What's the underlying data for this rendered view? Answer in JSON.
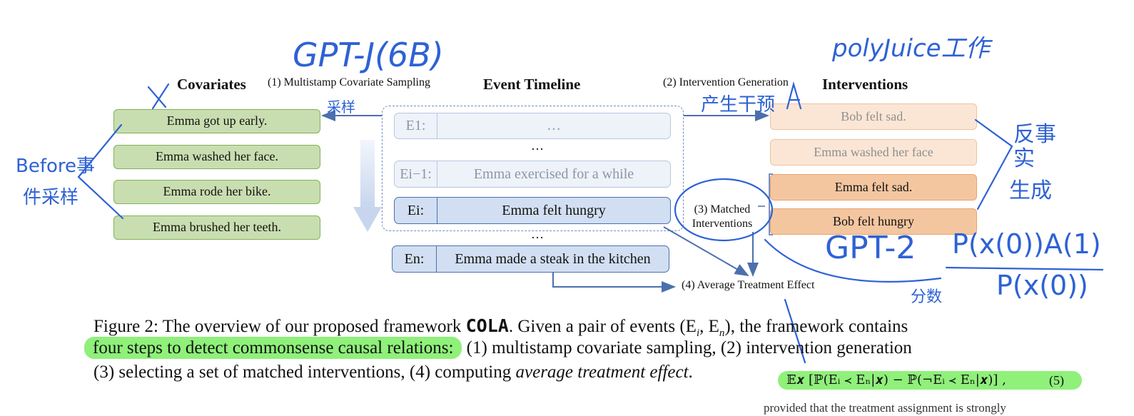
{
  "figure": {
    "headings": {
      "covariates": "Covariates",
      "event_timeline": "Event Timeline",
      "interventions": "Interventions"
    },
    "steps": {
      "step1": "(1) Multistamp Covariate Sampling",
      "step2": "(2) Intervention Generation",
      "step3_line1": "(3) Matched",
      "step3_line2": "Interventions",
      "step4": "(4) Average Treatment Effect"
    },
    "covariates": [
      "Emma got up early.",
      "Emma washed her face.",
      "Emma rode her bike.",
      "Emma brushed her teeth."
    ],
    "timeline": {
      "e1_label": "E1:",
      "e1_text": "…",
      "dots_1": "…",
      "ei1_label": "Ei−1:",
      "ei1_text": "Emma exercised for a while",
      "ei_label": "Ei:",
      "ei_text": "Emma felt hungry",
      "dots_2": "…",
      "en_label": "En:",
      "en_text": "Emma made a steak in the kitchen"
    },
    "interventions": [
      "Bob felt sad.",
      "Emma washed her face",
      "Emma felt sad.",
      "Bob felt hungry"
    ]
  },
  "caption": {
    "line1_a": "Figure 2: The overview of our proposed framework ",
    "framework_name": "COLA",
    "line1_b": ". Given a pair of events (E",
    "line1_c": ", E",
    "line1_d": "), the framework contains",
    "line2_highlight": "four steps to detect commonsense causal relations:",
    "line2_rest": " (1) multistamp covariate sampling, (2) intervention generation",
    "line3_a": "(3) selecting a set of matched interventions, (4) computing ",
    "line3_em": "average treatment effect",
    "line3_end": "."
  },
  "equation": {
    "text": "𝔼𝒙 [ℙ(Eᵢ ≺ Eₙ|𝒙) − ℙ(¬Eᵢ ≺ Eₙ|𝒙)] ,",
    "number": "(5)",
    "cut_text": "provided that the treatment assignment is strongly"
  },
  "annotations": {
    "gpt_j": "GPT-J(6B)",
    "polyjuice": "polyJuice工作",
    "sampling": "采样",
    "generate_intervention": "产生干预",
    "a_mark": "A",
    "x_mark": "X",
    "before_event": "Before事",
    "before_event_2": "件采样",
    "counterfactual": "反事实",
    "generation": "生成",
    "gpt2": "GPT-2",
    "formula_num": "P(x(0))A(1)",
    "formula_den": "P(x(0))",
    "fraction": "分数"
  },
  "colors": {
    "ink": "#2e62d4",
    "highlight": "#8ff07a",
    "covariate_fill": "#c9deb0",
    "event_fill": "#d2dff2",
    "intervention_fill": "#f4c6a0"
  }
}
